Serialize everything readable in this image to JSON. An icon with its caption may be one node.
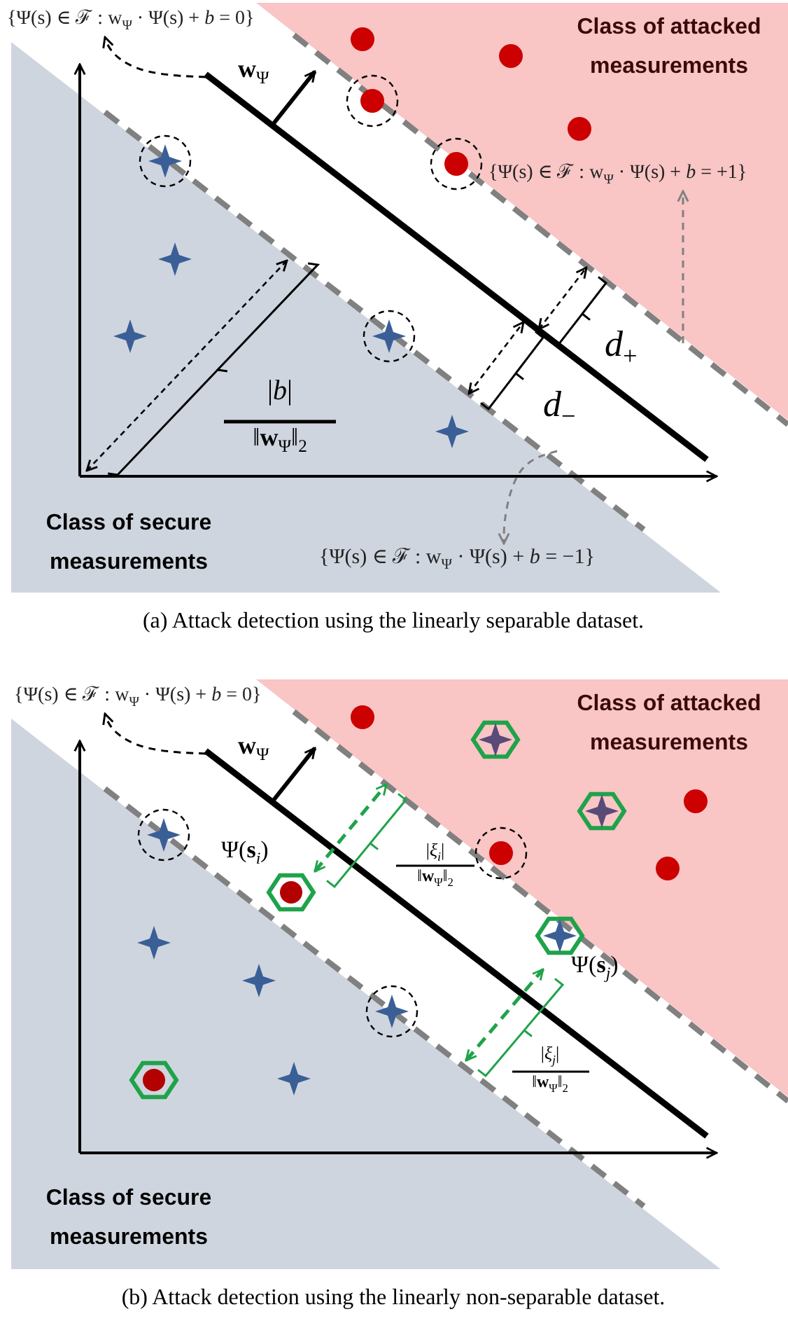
{
  "diagram": {
    "nodes": [
      {
        "text": [
          "{Ψ(s) ∈ ℱ : w$_{Ψ}$ · Ψ(s) + *b* = 0}"
        ]
      },
      {
        "text": [
          "{Ψ(s) ∈ ℱ : w$_{Ψ}$ · Ψ(s) + *b* = +1}"
        ]
      },
      {
        "text": [
          "{Ψ(s) ∈ ℱ : w$_{Ψ}$ · Ψ(s) + *b* = −1}"
        ]
      },
      {
        "text": [
          "{Ψ(s) ∈ ℱ : w$_{Ψ}$ · Ψ(s) + *b* = 0}"
        ]
      }
    ],
    "edges": [
      {
        "from": null,
        "to": 0,
        "arrow": "to",
        "style": "dashed"
      },
      {
        "from": null,
        "to": 1,
        "arrow": "to",
        "style": "dashed",
        "color": "#808080"
      },
      {
        "from": null,
        "to": 2,
        "arrow": "to",
        "style": "dashed",
        "color": "#808080"
      },
      {
        "from": null,
        "to": 3,
        "arrow": "to",
        "style": "dashed"
      }
    ],
    "labels": [
      "Class of attacked measurements",
      "**w**$_{Ψ}$",
      "*d*$_{+}$",
      "|*b*|",
      "‖**w**$_{Ψ}$‖$_{2}$",
      "*d*$_{−}$",
      "Class of secure measurements",
      "(a) Attack detection using the linearly separable dataset.",
      "Class of attacked measurements",
      "**w**$_{Ψ}$",
      "Ψ(**s**$_{i}$)",
      "|*ξ*$_{i}$|",
      "‖**w**$_{Ψ}$‖$_{2}$",
      "Ψ(**s**$_{j}$)",
      "|*ξ*$_{j}$|",
      "‖**w**$_{Ψ}$‖$_{2}$",
      "Class of secure measurements",
      "(b) Attack detection using the linearly non-separable dataset."
    ]
  }
}
